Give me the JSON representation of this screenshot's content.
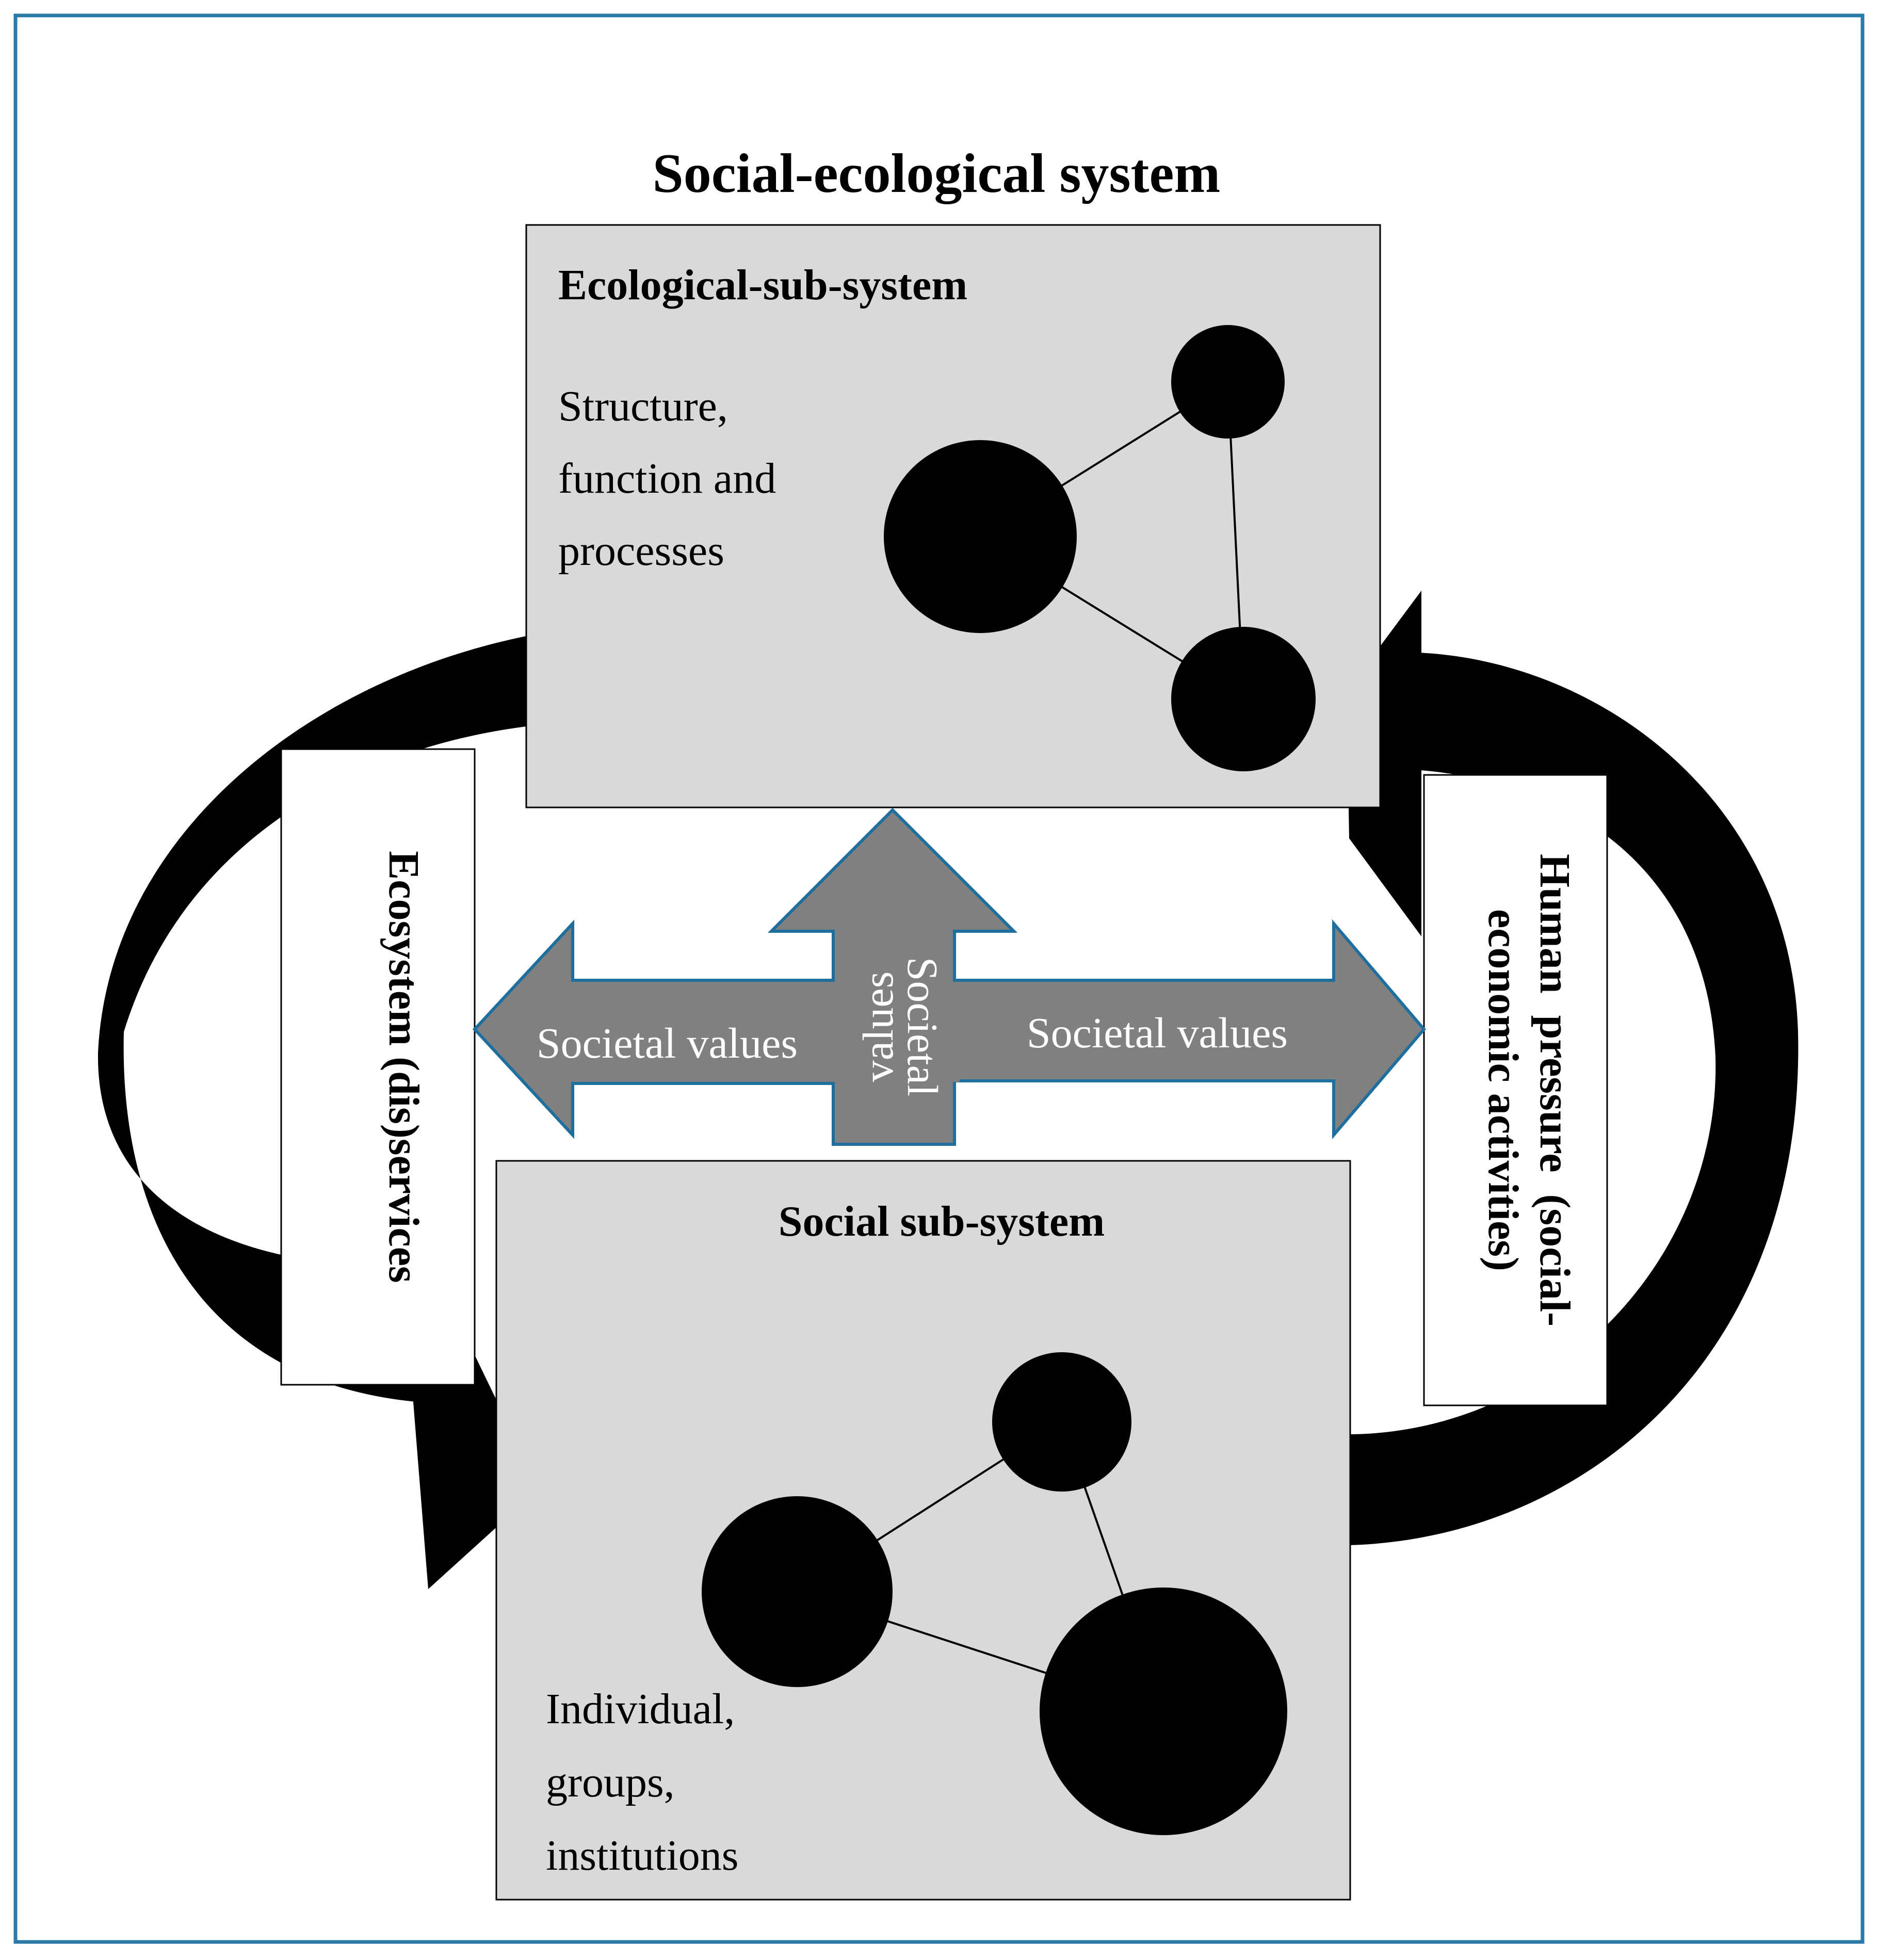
{
  "diagram": {
    "title": "Social-ecological system",
    "ecological": {
      "heading": "Ecological-sub-system",
      "description_lines": [
        "Structure,",
        "function and",
        "processes"
      ]
    },
    "social": {
      "heading": "Social sub-system",
      "description_lines": [
        "Individual,",
        "groups,",
        "institutions"
      ]
    },
    "left_flow": {
      "label": "Ecosystem (dis)services"
    },
    "right_flow": {
      "label_lines": [
        "Human  pressure  (social-",
        "economic activities)"
      ]
    },
    "central_arrows": {
      "left_label": "Societal values",
      "right_label": "Societal values",
      "up_label_lines": [
        "Societal",
        "values"
      ]
    },
    "colors": {
      "frame": "#2b79a8",
      "box_fill": "#d9d9d9",
      "arrow_fill": "#808080",
      "arrow_stroke": "#1f6f9e",
      "node": "#000000",
      "flow": "#000000"
    }
  }
}
